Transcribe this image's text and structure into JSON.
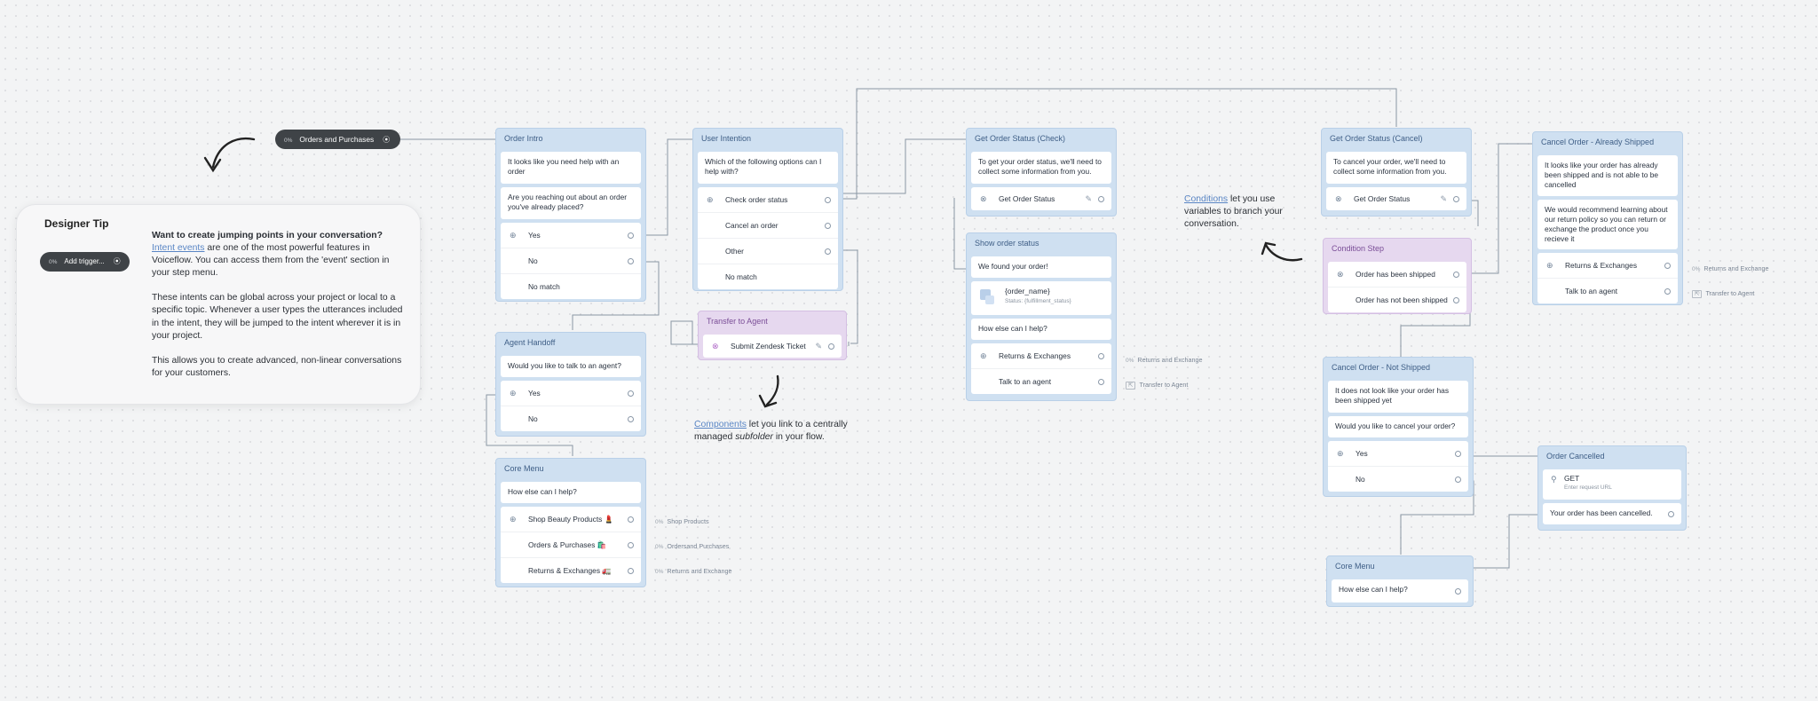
{
  "trigger_pill": {
    "marker": "0%",
    "label": "Orders and Purchases"
  },
  "designer_tip": {
    "title": "Designer Tip",
    "add_trigger": "Add trigger...",
    "heading": "Want to create jumping points in your conversation?",
    "link": "Intent events",
    "p1": " are one of the most powerful features in Voiceflow. You can access them from the 'event' section in your step menu.",
    "p2": "These intents can be global across your project or local to a specific topic. Whenever a user types the utterances included in the intent, they will be jumped to the intent wherever it is in your project.",
    "p3": "This allows you to create advanced, non-linear conversations for your customers."
  },
  "notes": {
    "components_link": "Components",
    "components_text_a": " let you link to a centrally managed ",
    "components_em": "subfolder",
    "components_text_b": " in your flow.",
    "conditions_link": "Conditions",
    "conditions_text": " let you use variables to branch your conversation."
  },
  "blocks": {
    "order_intro": {
      "title": "Order Intro",
      "msg1": "It looks like you need help with an order",
      "msg2": "Are you reaching out about an order you've already placed?",
      "choices": [
        "Yes",
        "No",
        "No match"
      ]
    },
    "user_intention": {
      "title": "User Intention",
      "msg": "Which of the following options can I help with?",
      "choices": [
        "Check order status",
        "Cancel an order",
        "Other",
        "No match"
      ]
    },
    "transfer_agent": {
      "title": "Transfer to Agent",
      "action": "Submit Zendesk Ticket"
    },
    "agent_handoff": {
      "title": "Agent Handoff",
      "msg": "Would you like to talk to an agent?",
      "choices": [
        "Yes",
        "No"
      ]
    },
    "core_menu_1": {
      "title": "Core Menu",
      "msg": "How else can I help?",
      "choices": [
        "Shop Beauty Products 💄",
        "Orders & Purchases 🛍️",
        "Returns & Exchanges 🚛"
      ],
      "targets": [
        "Shop Products",
        "Ordersand Purchases",
        "Returns and Exchange"
      ],
      "target_mark": "0%"
    },
    "get_order_check": {
      "title": "Get Order Status (Check)",
      "msg": "To get your order status, we'll need to collect some information from you.",
      "action": "Get Order Status"
    },
    "show_order": {
      "title": "Show order status",
      "msg1": "We found your order!",
      "card_title": "{order_name}",
      "card_sub": "Status: {fulfillment_status}",
      "msg2": "How else can I help?",
      "choices": [
        "Returns & Exchanges",
        "Talk to an agent"
      ],
      "targets": [
        "Returns and Exchange",
        "Transfer to Agent"
      ],
      "target_mark": "0%"
    },
    "get_order_cancel": {
      "title": "Get Order Status (Cancel)",
      "msg": "To cancel your order, we'll need to collect some information from you.",
      "action": "Get Order Status"
    },
    "condition": {
      "title": "Condition Step",
      "choices": [
        "Order has been shipped",
        "Order has not been shipped"
      ]
    },
    "cancel_shipped": {
      "title": "Cancel Order - Already Shipped",
      "msg1": "It looks like your order has already been shipped and is not able to be cancelled",
      "msg2": "We would recommend learning about our return policy so you can return or exchange the product once you recieve it",
      "choices": [
        "Returns & Exchanges",
        "Talk to an agent"
      ],
      "targets": [
        "Returns and Exchange",
        "Transfer to Agent"
      ],
      "target_mark": "0%"
    },
    "cancel_not_shipped": {
      "title": "Cancel Order - Not Shipped",
      "msg1": "It does not look like your order has been shipped yet",
      "msg2": "Would you like to cancel your order?",
      "choices": [
        "Yes",
        "No"
      ]
    },
    "order_cancelled": {
      "title": "Order Cancelled",
      "api_method": "GET",
      "api_sub": "Enter request URL",
      "msg": "Your order has been cancelled."
    },
    "core_menu_2": {
      "title": "Core Menu",
      "msg": "How else can I help?"
    }
  },
  "colors": {
    "block": "#cfe0f1",
    "block_purple": "#e6d8ef",
    "wire": "#8a96a3",
    "link": "#5a86c5"
  }
}
